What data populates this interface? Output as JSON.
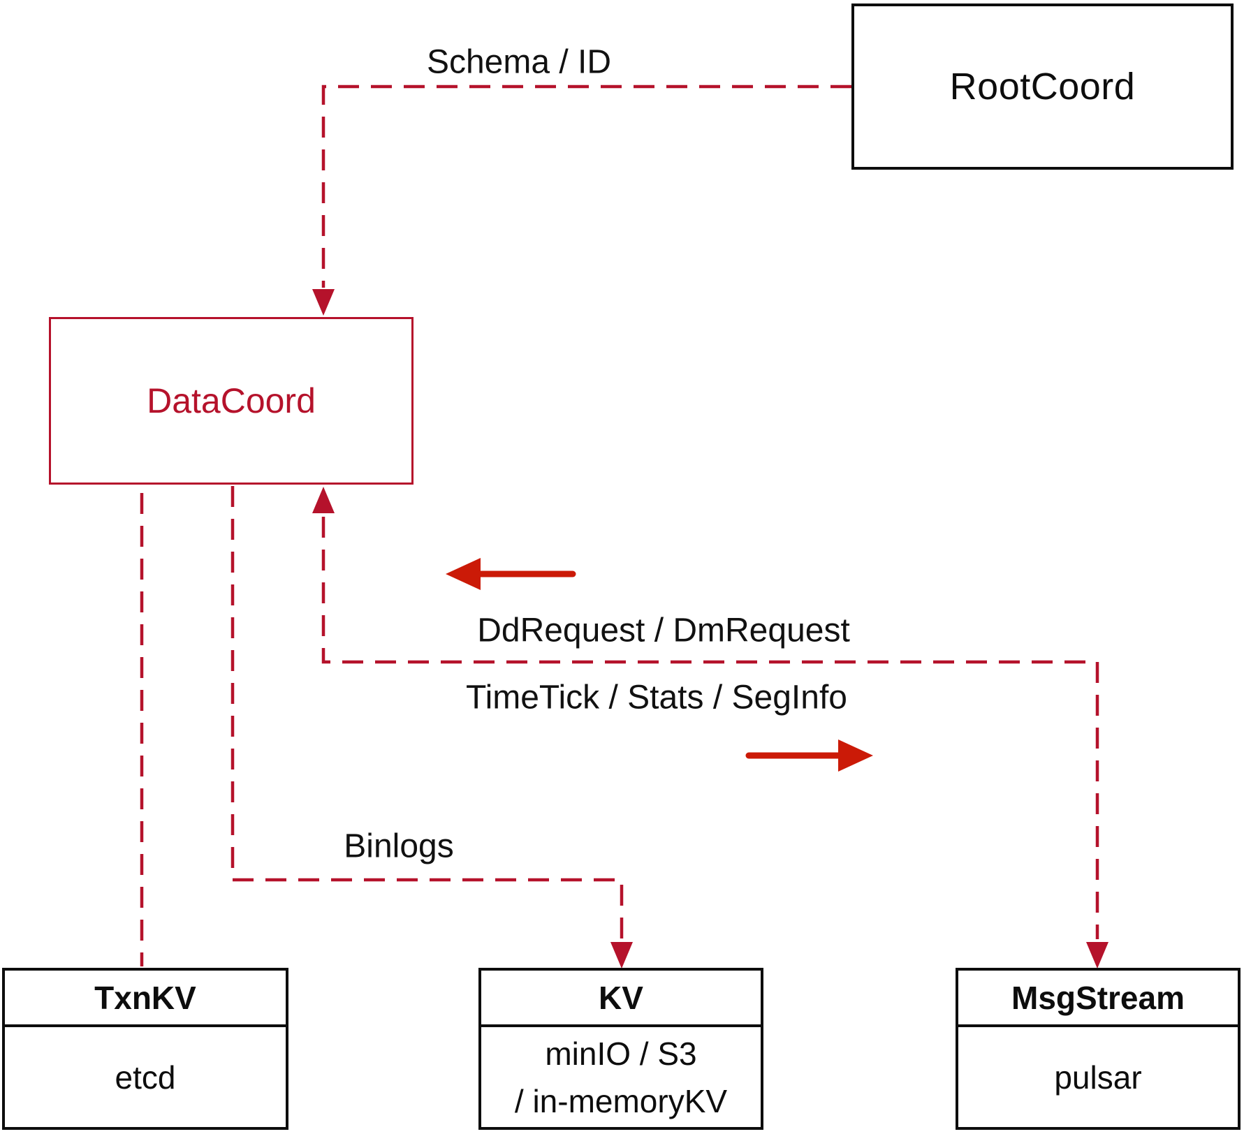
{
  "colors": {
    "crimson": "#b5122b",
    "arrow_red": "#cb1a07",
    "ink": "#0d0d0d",
    "bg": "#ffffff"
  },
  "nodes": {
    "rootcoord": {
      "label": "RootCoord"
    },
    "datacoord": {
      "label": "DataCoord"
    },
    "txnkv": {
      "title": "TxnKV",
      "body": "etcd"
    },
    "kv": {
      "title": "KV",
      "body_line1": "minIO / S3",
      "body_line2": "/ in-memoryKV"
    },
    "msgstream": {
      "title": "MsgStream",
      "body": "pulsar"
    }
  },
  "edge_labels": {
    "schema_id": "Schema / ID",
    "dd_request": "DdRequest / DmRequest",
    "time_tick": "TimeTick / Stats / SegInfo",
    "binlogs": "Binlogs"
  }
}
